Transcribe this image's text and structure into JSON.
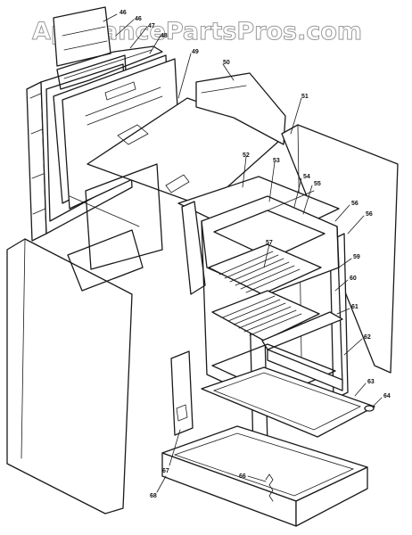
{
  "watermark": "AppliancePartsPros.com",
  "callouts": [
    {
      "id": "c46a",
      "label": "46"
    },
    {
      "id": "c46b",
      "label": "46"
    },
    {
      "id": "c47",
      "label": "47"
    },
    {
      "id": "c48",
      "label": "48"
    },
    {
      "id": "c49",
      "label": "49"
    },
    {
      "id": "c50",
      "label": "50"
    },
    {
      "id": "c51",
      "label": "51"
    },
    {
      "id": "c52",
      "label": "52"
    },
    {
      "id": "c53",
      "label": "53"
    },
    {
      "id": "c54",
      "label": "54"
    },
    {
      "id": "c55",
      "label": "55"
    },
    {
      "id": "c56",
      "label": "56"
    },
    {
      "id": "c56b",
      "label": "56"
    },
    {
      "id": "c57",
      "label": "57"
    },
    {
      "id": "c59",
      "label": "59"
    },
    {
      "id": "c60",
      "label": "60"
    },
    {
      "id": "c61",
      "label": "61"
    },
    {
      "id": "c62",
      "label": "62"
    },
    {
      "id": "c63",
      "label": "63"
    },
    {
      "id": "c64",
      "label": "64"
    },
    {
      "id": "c66",
      "label": "66"
    },
    {
      "id": "c67",
      "label": "67"
    },
    {
      "id": "c68",
      "label": "68"
    }
  ]
}
